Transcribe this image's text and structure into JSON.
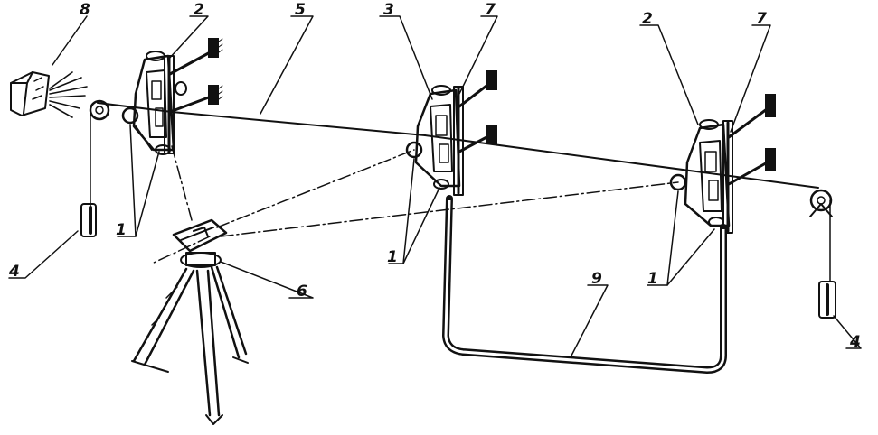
{
  "labels": {
    "light_source": "8",
    "bracket_left": "2",
    "bracket_mid": "3",
    "bracket_right": "2",
    "string": "5",
    "rule_mid": "7",
    "rule_right": "7",
    "target_left": "1",
    "target_mid": "1",
    "target_right": "1",
    "weight_left": "4",
    "weight_right": "4",
    "instrument": "6",
    "tube": "9"
  },
  "colors": {
    "ink": "#111111",
    "paper": "#ffffff"
  }
}
